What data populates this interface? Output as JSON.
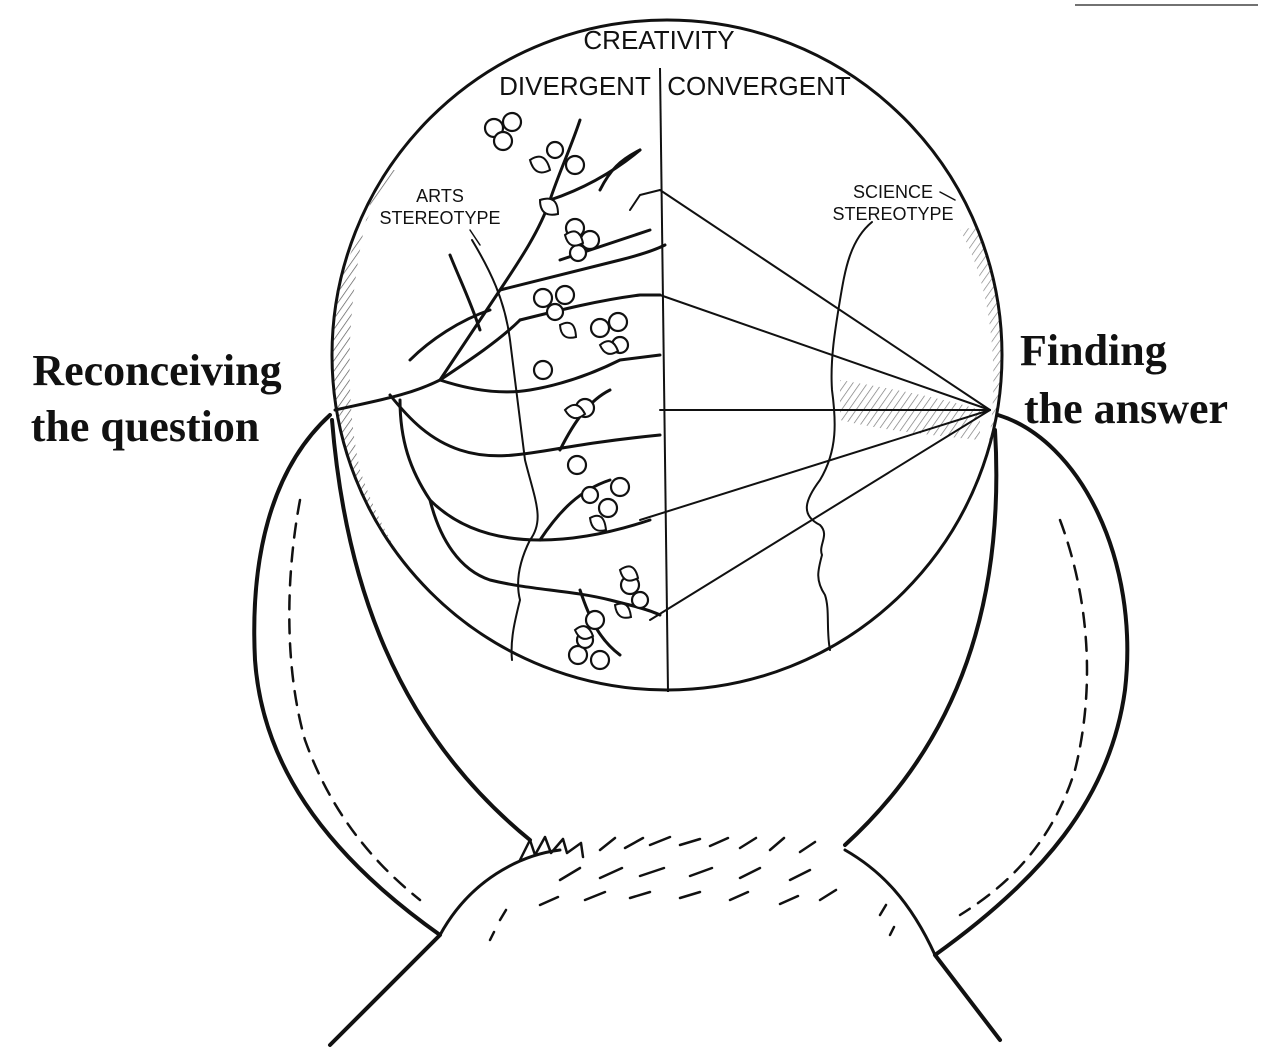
{
  "labels": {
    "top": "CREATIVITY",
    "left_col": "DIVERGENT",
    "right_col": "CONVERGENT",
    "arts": [
      "ARTS",
      "STEREOTYPE"
    ],
    "science": [
      "SCIENCE",
      "STEREOTYPE"
    ],
    "left_caption": [
      "Reconceiving",
      "the question"
    ],
    "right_caption": [
      "Finding",
      "the answer"
    ]
  },
  "colors": {
    "ink": "#111111",
    "paper": "#ffffff"
  }
}
